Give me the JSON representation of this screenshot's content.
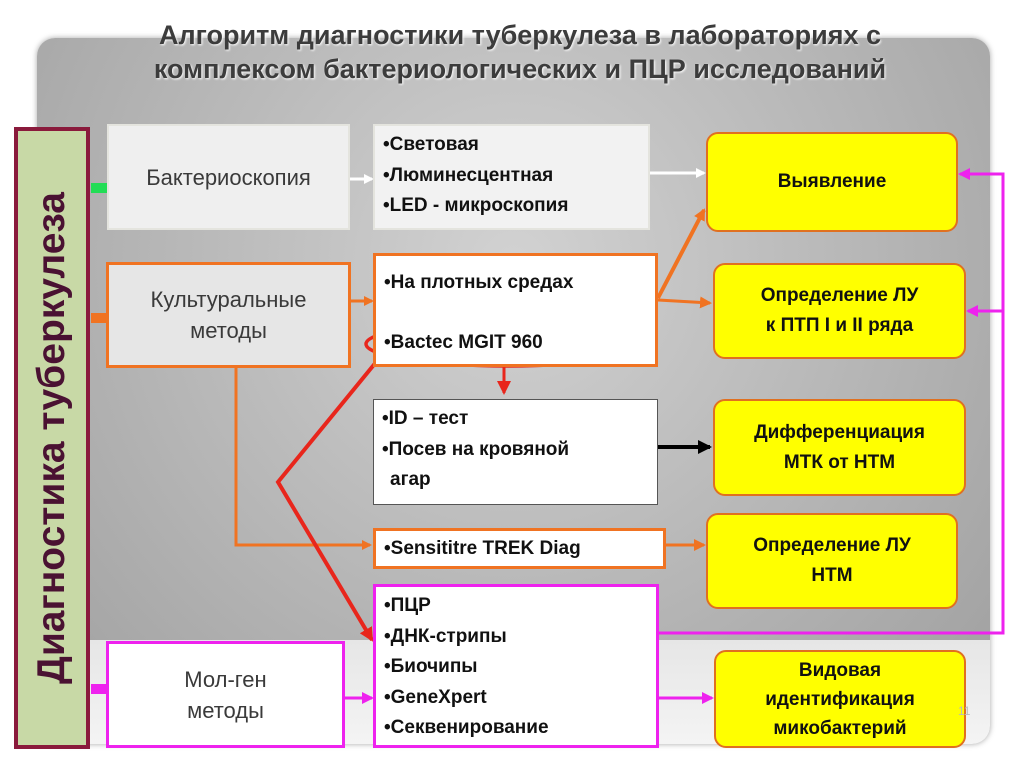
{
  "title": {
    "line1": "Алгоритм диагностики туберкулеза в лабораториях с",
    "line2": "комплексом бактериологических и ПЦР исследований"
  },
  "vertical_label": "Диагностика туберкулеза",
  "methods": {
    "bacterioscopy": "Бактериоскопия",
    "culture_line1": "Культуральные",
    "culture_line2": "методы",
    "molgen_line1": "Мол-ген",
    "molgen_line2": "методы"
  },
  "lists": {
    "microscopy": [
      "•Световая",
      "•Люминесцентная",
      "•LED - микроскопия"
    ],
    "media": [
      "•На плотных средах",
      "•Bactec MGIT 960"
    ],
    "id_test": [
      "•ID – тест",
      "•Посев на кровяной",
      "агар"
    ],
    "sensititre": "•Sensititre TREK Diag",
    "molecular": [
      "•ПЦР",
      "•ДНК-стрипы",
      "•Биочипы",
      "•GeneXpert",
      "•Секвенирование"
    ]
  },
  "results": {
    "detection": "Выявление",
    "dst_line1": "Определение ЛУ",
    "dst_line2": "к ПТП I и II ряда",
    "diff_line1": "Дифференциация",
    "diff_line2": "МТК от НТМ",
    "ntm_line1": "Определение ЛУ",
    "ntm_line2": "НТМ",
    "species_line1": "Видовая",
    "species_line2": "идентификация",
    "species_line3": "микобактерий"
  },
  "page_number": "11",
  "colors": {
    "orange": "#f07322",
    "magenta": "#ee22ee",
    "red": "#e8261c",
    "yellow": "#ffff00",
    "vertical_bg": "#c8d9a6",
    "vertical_border": "#8a1a3c"
  }
}
